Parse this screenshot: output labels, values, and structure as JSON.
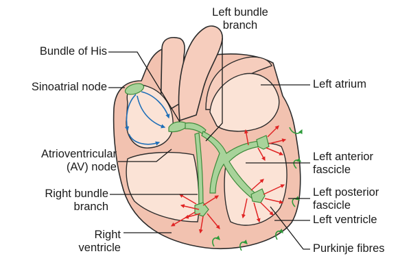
{
  "labels": {
    "left_bundle_branch": [
      "Left bundle",
      "branch"
    ],
    "bundle_of_his": "Bundle of His",
    "sinoatrial_node": "Sinoatrial node",
    "left_atrium": "Left atrium",
    "av_node": [
      "Atrioventricular",
      "(AV) node"
    ],
    "right_bundle_branch": [
      "Right bundle",
      "branch"
    ],
    "right_ventricle": [
      "Right",
      "ventricle"
    ],
    "left_anterior_fascicle": [
      "Left anterior",
      "fascicle"
    ],
    "left_posterior_fascicle": [
      "Left posterior",
      "fascicle"
    ],
    "left_ventricle": "Left ventricle",
    "purkinje_fibres": "Purkinje fibres"
  },
  "colors": {
    "wall": "#f2c2b0",
    "chamber": "#fbe3d6",
    "outline": "#2b2b2b",
    "conduction": "#a8d39a",
    "conduction_edge": "#3d8a3a",
    "sa_arrows": "#1f6fb8",
    "impulse_arrows": "#e02424",
    "contraction_arrows": "#2e9b3a"
  }
}
